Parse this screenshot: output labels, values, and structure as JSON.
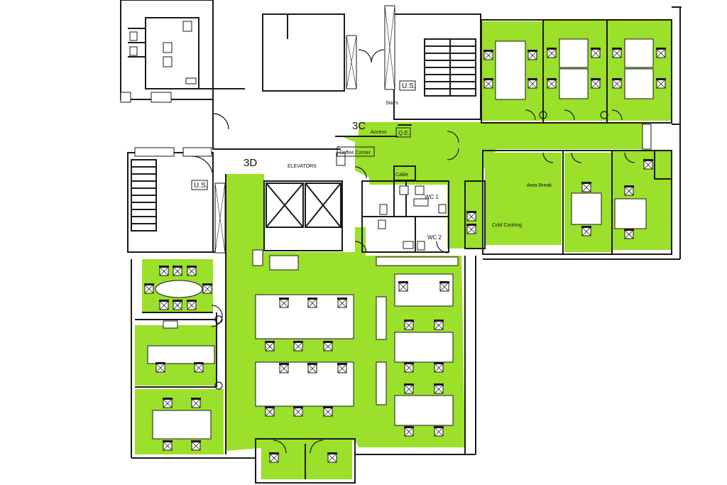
{
  "colors": {
    "highlight": "#9be02a",
    "wall": "#1a1a1a",
    "furniture": "#ffffff",
    "background": "#ffffff"
  },
  "labels": {
    "us_top": "U.S.",
    "stairs": "Stairs",
    "zone_3c": "3C",
    "access": "Access",
    "qe": "Q.E.",
    "coffee_corner": "Coffee Corner",
    "zone_3d": "3D",
    "elevators": "ELEVATORS",
    "cable": "Cable",
    "us_left": "U.S.",
    "wc1": "WC 1",
    "wc2": "WC 2",
    "area_break": "Area Break",
    "cold_cooking": "Cold Cooking"
  }
}
